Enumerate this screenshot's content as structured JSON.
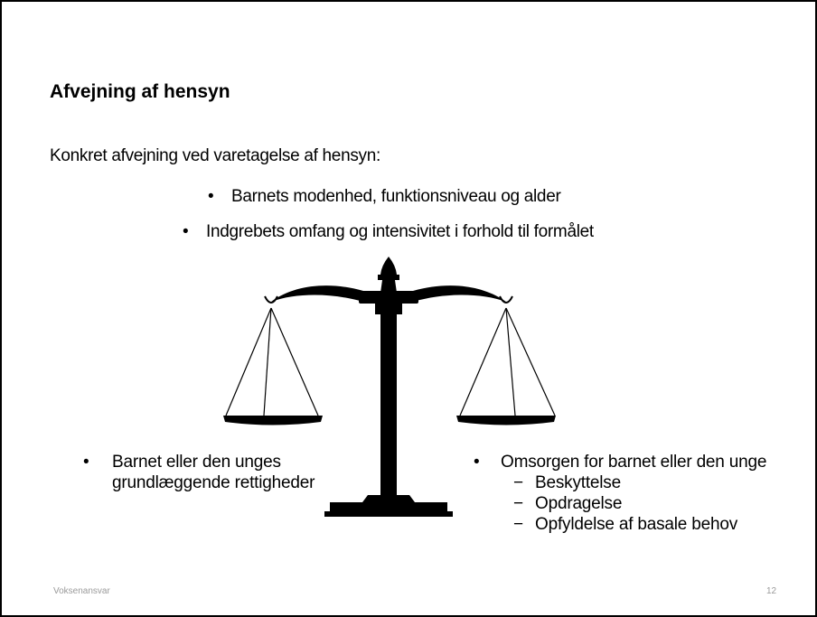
{
  "slide": {
    "title": "Afvejning af hensyn",
    "intro": "Konkret afvejning ved varetagelse af hensyn:",
    "center_bullets": [
      "Barnets modenhed, funktionsniveau og alder",
      "Indgrebets omfang og intensivitet i forhold til formålet"
    ],
    "left_bullet": "Barnet eller den unges grundlæggende rettigheder",
    "right_bullet": {
      "text": "Omsorgen for barnet eller den unge",
      "sub_items": [
        "Beskyttelse",
        "Opdragelse",
        "Opfyldelse af basale behov"
      ]
    },
    "footer_left": "Voksenansvar",
    "page_number": "12",
    "bullet_char": "•",
    "dash_char": "−",
    "icon": "balance-scale-icon"
  }
}
